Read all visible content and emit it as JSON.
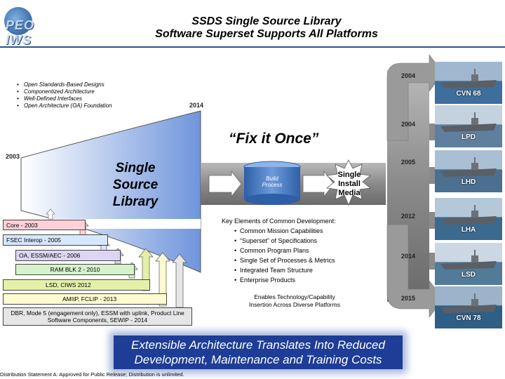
{
  "header": {
    "logo_text": "PEO IWS",
    "title_line1": "SSDS Single Source Library",
    "title_line2": "Software Superset Supports All Platforms"
  },
  "bullets": [
    "Open Standards-Based Designs",
    "Componentized Architecture",
    "Well-Defined Interfaces",
    "Open Architecture (OA) Foundation"
  ],
  "years": {
    "start": "2003",
    "end": "2014"
  },
  "fix_it_once": "“Fix it Once”",
  "library_label": [
    "Single",
    "Source",
    "Library"
  ],
  "build_process": [
    "Build",
    "Process"
  ],
  "install_media": [
    "Single",
    "Install",
    "Media"
  ],
  "baselines": [
    "Core - 2003",
    "FSEC Interop - 2005",
    "OA, ESSM/AEC - 2006",
    "RAM BLK 2 - 2010",
    "LSD, CIWS 2012",
    "AMIIP, FCLIP - 2013",
    "DBR, Mode 5 (engagement only), ESSM with uplink, Product Line Software Components, SEWIP - 2014"
  ],
  "key_elements": {
    "heading": "Key Elements of Common Development:",
    "items": [
      "Common Mission Capabilities",
      "“Superset” of Specifications",
      "Common Program Plans",
      "Single Set of Processes & Metrics",
      "Integrated Team Structure",
      "Enterprise Products"
    ]
  },
  "enables": [
    "Enables Technology/Capability",
    "Insertion Across Diverse Platforms"
  ],
  "platforms": [
    {
      "year": "2004",
      "name": "CVN 68",
      "sea": "#3d6e9c",
      "sky": "#9fb8d0"
    },
    {
      "year": "2004",
      "name": "LPD",
      "sea": "#5f7f9e",
      "sky": "#c4d2df"
    },
    {
      "year": "2005",
      "name": "LHD",
      "sea": "#4a6f90",
      "sky": "#a9bfd3"
    },
    {
      "year": "2012",
      "name": "LHA",
      "sea": "#3b6a8f",
      "sky": "#b5c8da"
    },
    {
      "year": "2014",
      "name": "LSD",
      "sea": "#527a99",
      "sky": "#cbd7e2"
    },
    {
      "year": "2015",
      "name": "CVN 78",
      "sea": "#2f5e86",
      "sky": "#9cb3c9"
    }
  ],
  "banner": [
    "Extensible Architecture Translates Into Reduced",
    "Development, Maintenance and Training Costs"
  ],
  "distribution": "Distribution Statement A: Approved for Public Release; Distribution is unlimited.",
  "colors": {
    "banner": "#1d3d96",
    "header_rule": "#2d4f8c",
    "flow_gray": "#8c8c8c",
    "library_blue": "#7a9fe0"
  }
}
